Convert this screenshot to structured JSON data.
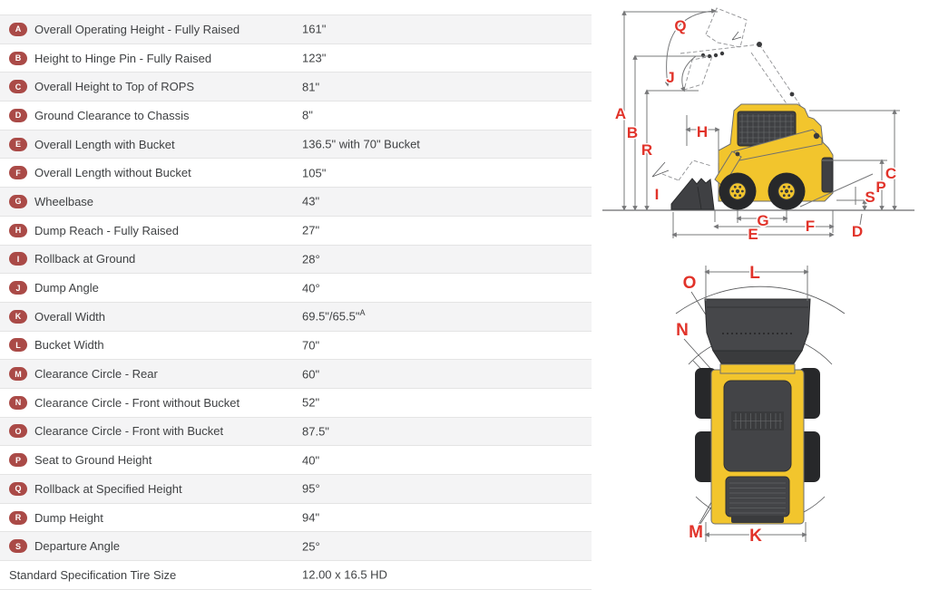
{
  "colors": {
    "red": "#e1332a",
    "badge": "#aa4a47",
    "row_alt": "#f4f4f5",
    "row_border": "#e4e4e4",
    "text": "#3f4143",
    "yellow": "#f2c52d",
    "dark": "#3f4043",
    "tire": "#27282a",
    "line": "#77787a"
  },
  "spec_table": {
    "rows": [
      {
        "letter": "A",
        "label": "Overall Operating Height - Fully Raised",
        "value": "161\""
      },
      {
        "letter": "B",
        "label": "Height to Hinge Pin - Fully Raised",
        "value": "123\""
      },
      {
        "letter": "C",
        "label": "Overall Height to Top of ROPS",
        "value": "81\""
      },
      {
        "letter": "D",
        "label": "Ground Clearance to Chassis",
        "value": "8\""
      },
      {
        "letter": "E",
        "label": "Overall Length with Bucket",
        "value": "136.5\" with 70\" Bucket"
      },
      {
        "letter": "F",
        "label": "Overall Length without Bucket",
        "value": "105\""
      },
      {
        "letter": "G",
        "label": "Wheelbase",
        "value": "43\""
      },
      {
        "letter": "H",
        "label": "Dump Reach - Fully Raised",
        "value": "27\""
      },
      {
        "letter": "I",
        "label": "Rollback at Ground",
        "value": "28°"
      },
      {
        "letter": "J",
        "label": "Dump Angle",
        "value": "40°"
      },
      {
        "letter": "K",
        "label": "Overall Width",
        "value": "69.5\"/65.5\"",
        "value_sup": "A"
      },
      {
        "letter": "L",
        "label": "Bucket Width",
        "value": "70\""
      },
      {
        "letter": "M",
        "label": "Clearance Circle - Rear",
        "value": "60\""
      },
      {
        "letter": "N",
        "label": "Clearance Circle - Front without Bucket",
        "value": "52\""
      },
      {
        "letter": "O",
        "label": "Clearance Circle - Front with Bucket",
        "value": "87.5\""
      },
      {
        "letter": "P",
        "label": "Seat to Ground Height",
        "value": "40\""
      },
      {
        "letter": "Q",
        "label": "Rollback at Specified Height",
        "value": "95°"
      },
      {
        "letter": "R",
        "label": "Dump Height",
        "value": "94\""
      },
      {
        "letter": "S",
        "label": "Departure Angle",
        "value": "25°"
      },
      {
        "letter": null,
        "label": "Standard Specification Tire Size",
        "value": "12.00 x 16.5 HD"
      }
    ]
  },
  "diagrams": {
    "side": {
      "labels": {
        "a": "A",
        "b": "B",
        "r": "R",
        "q": "Q",
        "j": "J",
        "h": "H",
        "i": "I",
        "c": "C",
        "p": "P",
        "s": "S",
        "d": "D",
        "g": "G",
        "f": "F",
        "e": "E"
      }
    },
    "top": {
      "labels": {
        "l": "L",
        "o": "O",
        "n": "N",
        "m": "M",
        "k": "K"
      }
    }
  }
}
